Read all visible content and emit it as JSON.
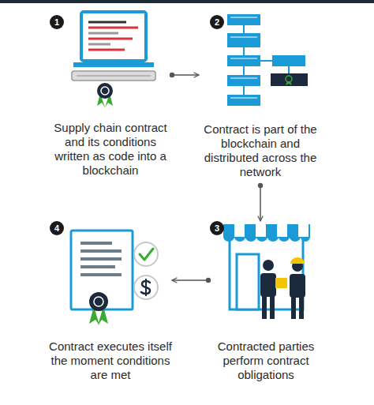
{
  "diagram": {
    "nodes": [
      {
        "text": [
          "1",
          "Supply chain contract and its conditions written as code into a blockchain"
        ]
      },
      {
        "text": [
          "2",
          "Contract is part of the blockchain and distributed across the network"
        ]
      },
      {
        "text": [
          "3",
          "Contracted parties perform contract obligations"
        ]
      },
      {
        "text": [
          "4",
          "Contract executes itself the moment conditions are met"
        ]
      }
    ],
    "edges": [
      {
        "from": 0,
        "to": 1,
        "arrow": "to"
      },
      {
        "from": 1,
        "to": 2,
        "arrow": "to"
      },
      {
        "from": 2,
        "to": 3,
        "arrow": "to"
      }
    ]
  }
}
